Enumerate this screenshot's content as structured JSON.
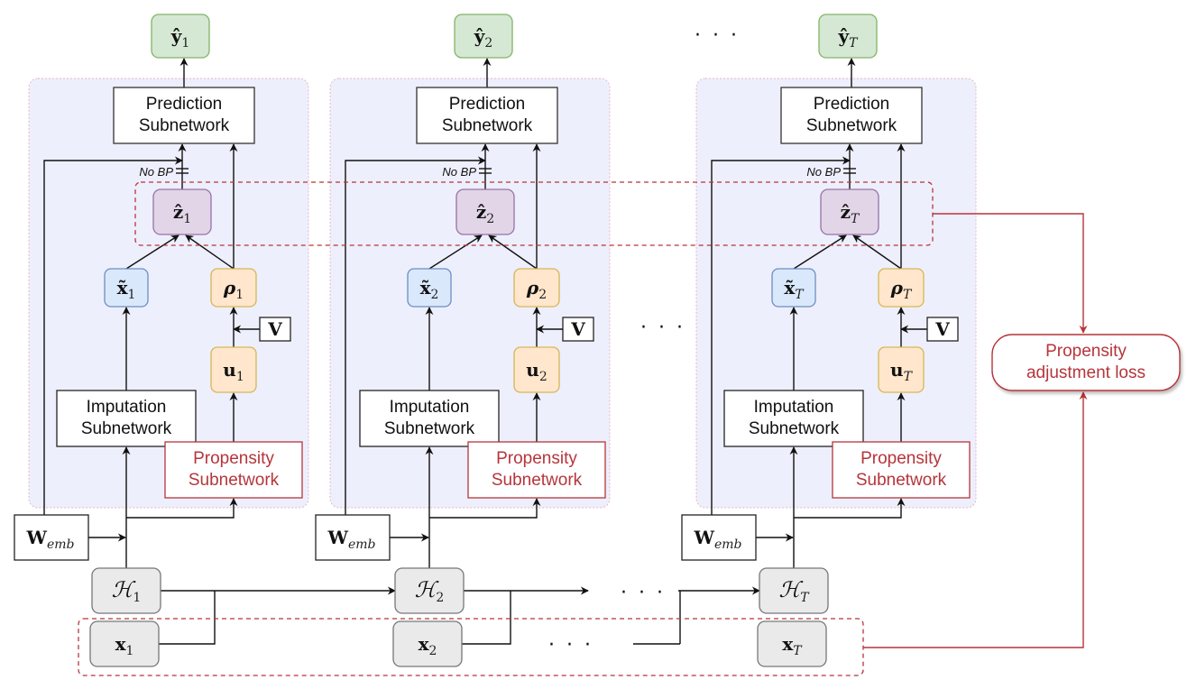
{
  "diagram": {
    "colors": {
      "panel_fill": "#eeeffd",
      "panel_border": "#e8b7bf",
      "output_fill": "#d5e8d4",
      "output_stroke": "#82b366",
      "z_fill": "#e1d5e7",
      "z_stroke": "#9673a6",
      "xtilde_fill": "#dae8fc",
      "xtilde_stroke": "#6c8ebf",
      "rho_fill": "#ffe6cc",
      "rho_stroke": "#d6b656",
      "input_fill": "#eaeaea",
      "input_stroke": "#777777",
      "red": "#b5353b"
    },
    "timesteps": [
      {
        "index_label": "1",
        "output": {
          "base": "ŷ",
          "sub": "1"
        },
        "prediction": [
          "Prediction",
          "Subnetwork"
        ],
        "no_bp": "No BP",
        "z": {
          "base": "ẑ",
          "sub": "1"
        },
        "xtilde": {
          "base": "x̃",
          "sub": "1"
        },
        "rho": {
          "base": "ρ",
          "sub": "1"
        },
        "v": "V",
        "u": {
          "base": "u",
          "sub": "1"
        },
        "imputation": [
          "Imputation",
          "Subnetwork"
        ],
        "propensity": [
          "Propensity",
          "Subnetwork"
        ],
        "w_emb": {
          "base": "W",
          "sub": "emb"
        },
        "history": {
          "base": "ℋ",
          "sub": "1"
        },
        "x": {
          "base": "x",
          "sub": "1"
        }
      },
      {
        "index_label": "2",
        "output": {
          "base": "ŷ",
          "sub": "2"
        },
        "prediction": [
          "Prediction",
          "Subnetwork"
        ],
        "no_bp": "No BP",
        "z": {
          "base": "ẑ",
          "sub": "2"
        },
        "xtilde": {
          "base": "x̃",
          "sub": "2"
        },
        "rho": {
          "base": "ρ",
          "sub": "2"
        },
        "v": "V",
        "u": {
          "base": "u",
          "sub": "2"
        },
        "imputation": [
          "Imputation",
          "Subnetwork"
        ],
        "propensity": [
          "Propensity",
          "Subnetwork"
        ],
        "w_emb": {
          "base": "W",
          "sub": "emb"
        },
        "history": {
          "base": "ℋ",
          "sub": "2"
        },
        "x": {
          "base": "x",
          "sub": "2"
        }
      },
      {
        "index_label": "T",
        "output": {
          "base": "ŷ",
          "sub": "T"
        },
        "prediction": [
          "Prediction",
          "Subnetwork"
        ],
        "no_bp": "No BP",
        "z": {
          "base": "ẑ",
          "sub": "T"
        },
        "xtilde": {
          "base": "x̃",
          "sub": "T"
        },
        "rho": {
          "base": "ρ",
          "sub": "T"
        },
        "v": "V",
        "u": {
          "base": "u",
          "sub": "T"
        },
        "imputation": [
          "Imputation",
          "Subnetwork"
        ],
        "propensity": [
          "Propensity",
          "Subnetwork"
        ],
        "w_emb": {
          "base": "W",
          "sub": "emb"
        },
        "history": {
          "base": "ℋ",
          "sub": "T"
        },
        "x": {
          "base": "x",
          "sub": "T"
        }
      }
    ],
    "ellipsis": "· · ·",
    "loss_box": [
      "Propensity",
      "adjustment loss"
    ]
  }
}
